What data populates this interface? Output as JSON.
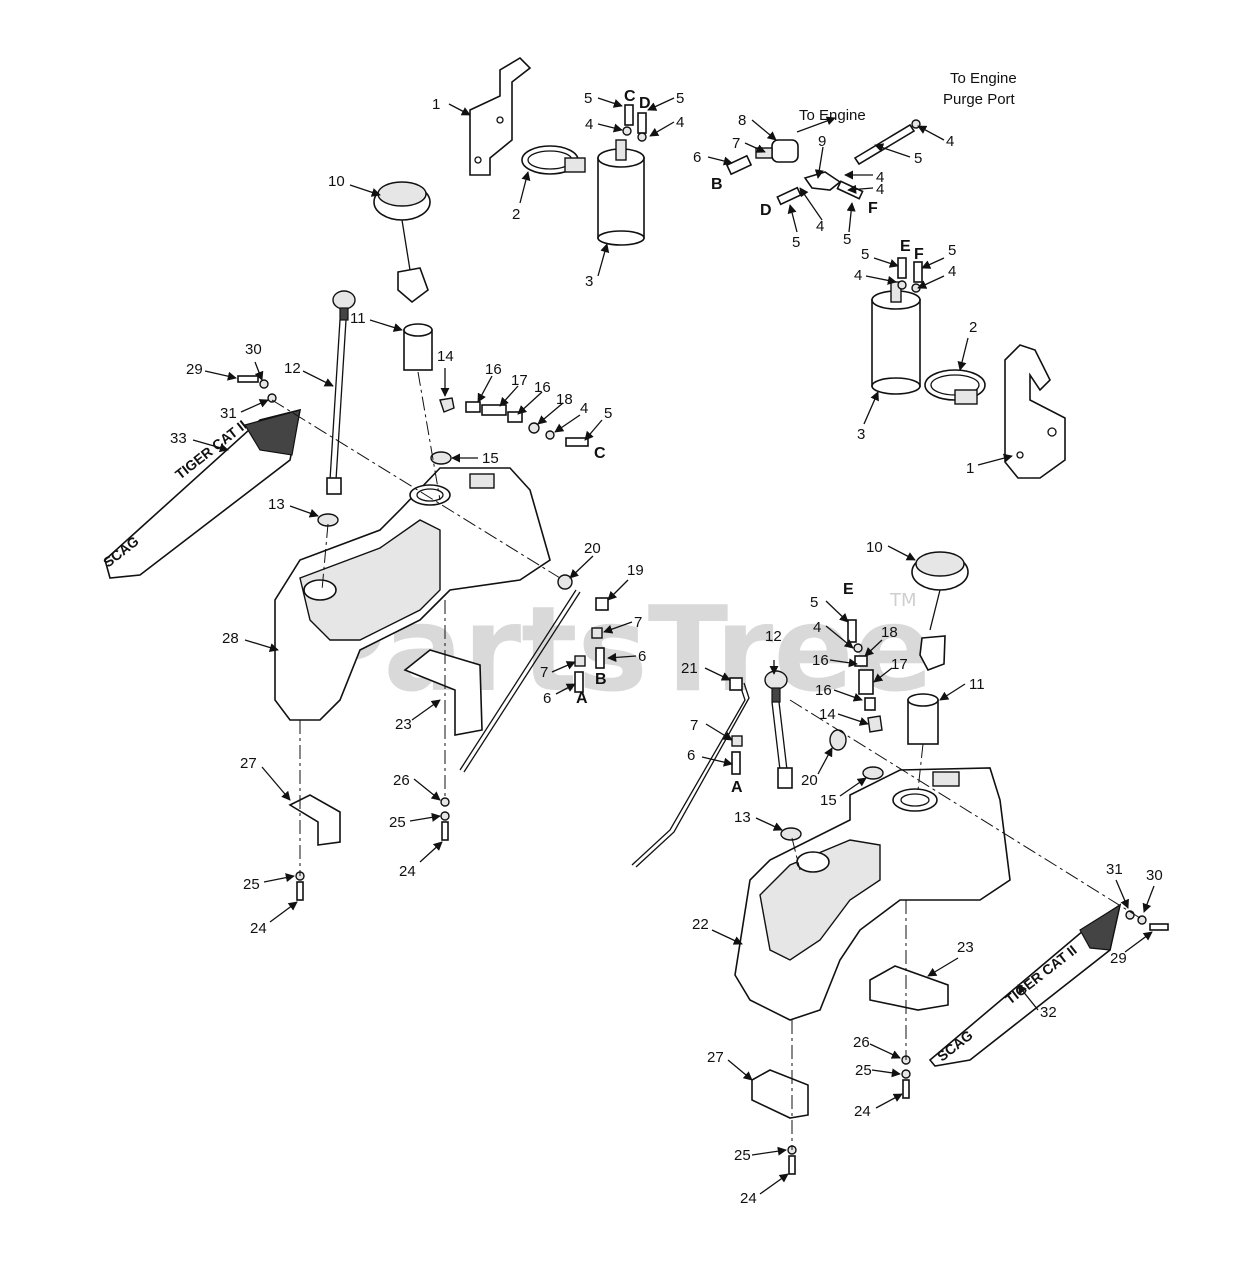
{
  "watermark": "PartsTree",
  "trademark": "TM",
  "notes": {
    "to_engine": "To Engine",
    "to_engine_purge_line1": "To Engine",
    "to_engine_purge_line2": "Purge Port"
  },
  "decals": {
    "tiger_cat": "TIGER CAT II",
    "scag": "SCAG"
  },
  "letters": {
    "a": "A",
    "b": "B",
    "c": "C",
    "d": "D",
    "e": "E",
    "f": "F"
  },
  "callouts": {
    "n1": "1",
    "n2": "2",
    "n3": "3",
    "n4": "4",
    "n5": "5",
    "n6": "6",
    "n7": "7",
    "n8": "8",
    "n9": "9",
    "n10": "10",
    "n11": "11",
    "n12": "12",
    "n13": "13",
    "n14": "14",
    "n15": "15",
    "n16": "16",
    "n17": "17",
    "n18": "18",
    "n19": "19",
    "n20": "20",
    "n21": "21",
    "n22": "22",
    "n23": "23",
    "n24": "24",
    "n25": "25",
    "n26": "26",
    "n27": "27",
    "n28": "28",
    "n29": "29",
    "n30": "30",
    "n31": "31",
    "n32": "32",
    "n33": "33"
  }
}
